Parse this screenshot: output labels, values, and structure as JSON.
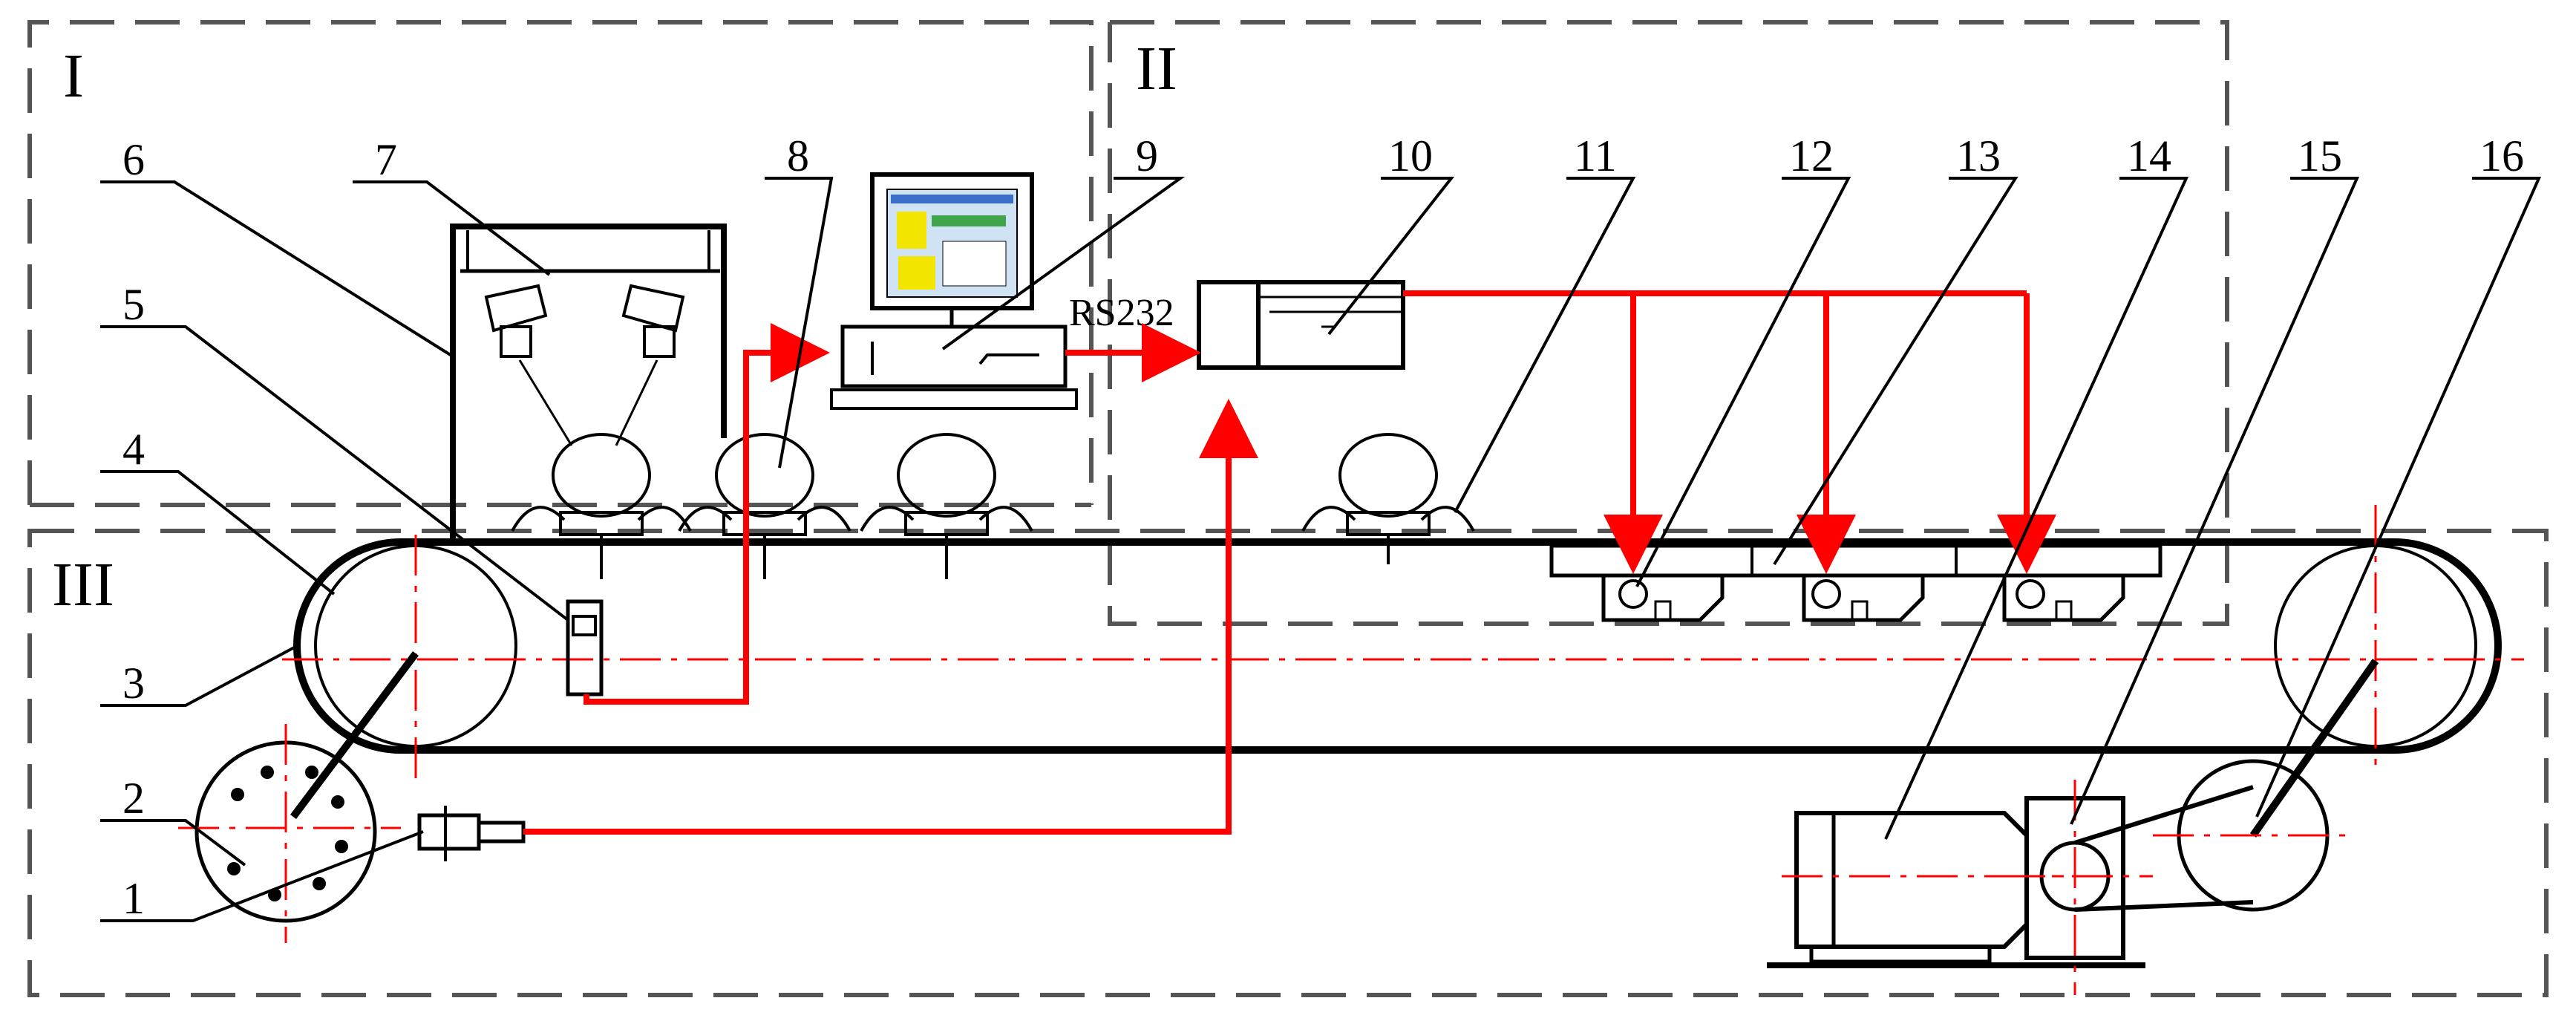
{
  "regions": [
    "I",
    "II",
    "III"
  ],
  "interface_label": "RS232",
  "callouts": [
    "1",
    "2",
    "3",
    "4",
    "5",
    "6",
    "7",
    "8",
    "9",
    "10",
    "11",
    "12",
    "13",
    "14",
    "15",
    "16"
  ],
  "colors": {
    "signal": "#ff0000",
    "outline": "#000000",
    "frame": "#555555"
  }
}
